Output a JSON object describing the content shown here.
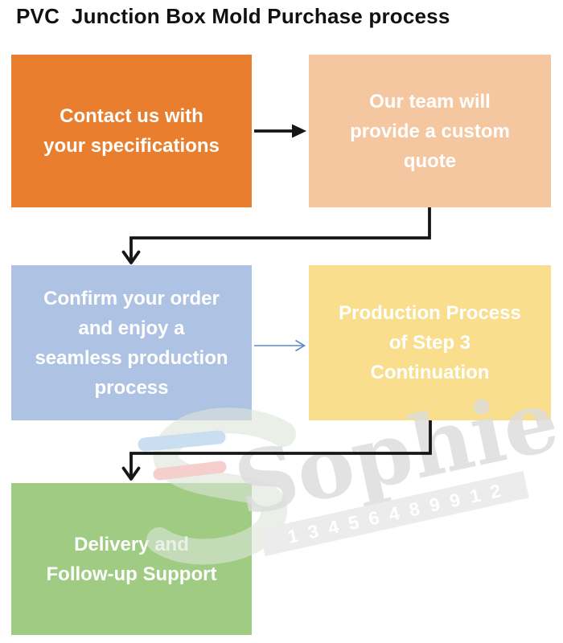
{
  "title": "PVC  Junction Box Mold Purchase process",
  "flowchart": {
    "steps": [
      {
        "id": "step-1",
        "label": "Contact us with\nyour specifications",
        "color": "#E97E2E",
        "text_color": "#FFFFFF"
      },
      {
        "id": "step-2",
        "label": "Our team will\nprovide a custom\nquote",
        "color": "#F5C7A0",
        "text_color": "#FFFFFF"
      },
      {
        "id": "step-3",
        "label": "Confirm your order\nand enjoy a\nseamless production\nprocess",
        "color": "#AEC2E3",
        "text_color": "#FFFFFF"
      },
      {
        "id": "step-4",
        "label": "Production Process\nof Step 3\nContinuation",
        "color": "#F9DE8E",
        "text_color": "#FFFFFF"
      },
      {
        "id": "step-5",
        "label": "Delivery and\nFollow-up Support",
        "color": "#9FCB83",
        "text_color": "#FFFFFF"
      }
    ],
    "connectors": [
      {
        "from": "step-1",
        "to": "step-2",
        "style": "straight-black-arrow"
      },
      {
        "from": "step-2",
        "to": "step-3",
        "style": "elbow-black-arrow"
      },
      {
        "from": "step-3",
        "to": "step-4",
        "style": "thin-blue-arrow",
        "color": "#5B88C9"
      },
      {
        "from": "step-4",
        "to": "step-5",
        "style": "elbow-black-arrow"
      }
    ],
    "arrow_color": "#161616"
  },
  "watermark": {
    "brand": "Sophie",
    "phone": "13456489912",
    "text_color": "#DCDCDC",
    "strip_bg": "#ECECEC",
    "digits_color": "#FFFFFF",
    "logo": {
      "swoosh_color": "#DCE6D8",
      "bar_top_color": "#C7DCF0",
      "bar_bottom_color": "#F6CCC9"
    }
  }
}
